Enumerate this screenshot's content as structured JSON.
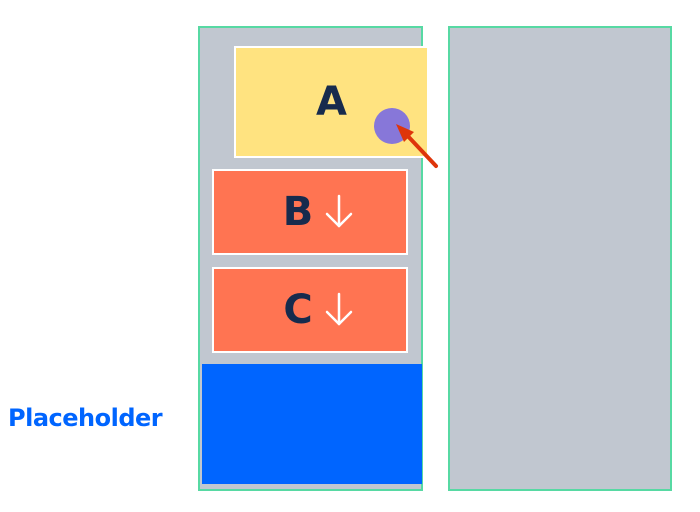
{
  "columns": [
    {
      "name": "left-column"
    },
    {
      "name": "right-column"
    }
  ],
  "cards": {
    "a": {
      "label": "A",
      "moving": false
    },
    "b": {
      "label": "B",
      "moving": true,
      "icon": "arrow-down-icon"
    },
    "c": {
      "label": "C",
      "moving": true,
      "icon": "arrow-down-icon"
    }
  },
  "placeholder": {
    "label": "Placeholder"
  },
  "colors": {
    "column_border": "#57D9A3",
    "column_bg": "#C1C7D0",
    "card_a": "#FFE380",
    "card_moving": "#FF7452",
    "placeholder": "#0065FF",
    "cursor": "#8777D9",
    "pointer_arrow": "#DE350B",
    "text_dark": "#172B4D"
  }
}
